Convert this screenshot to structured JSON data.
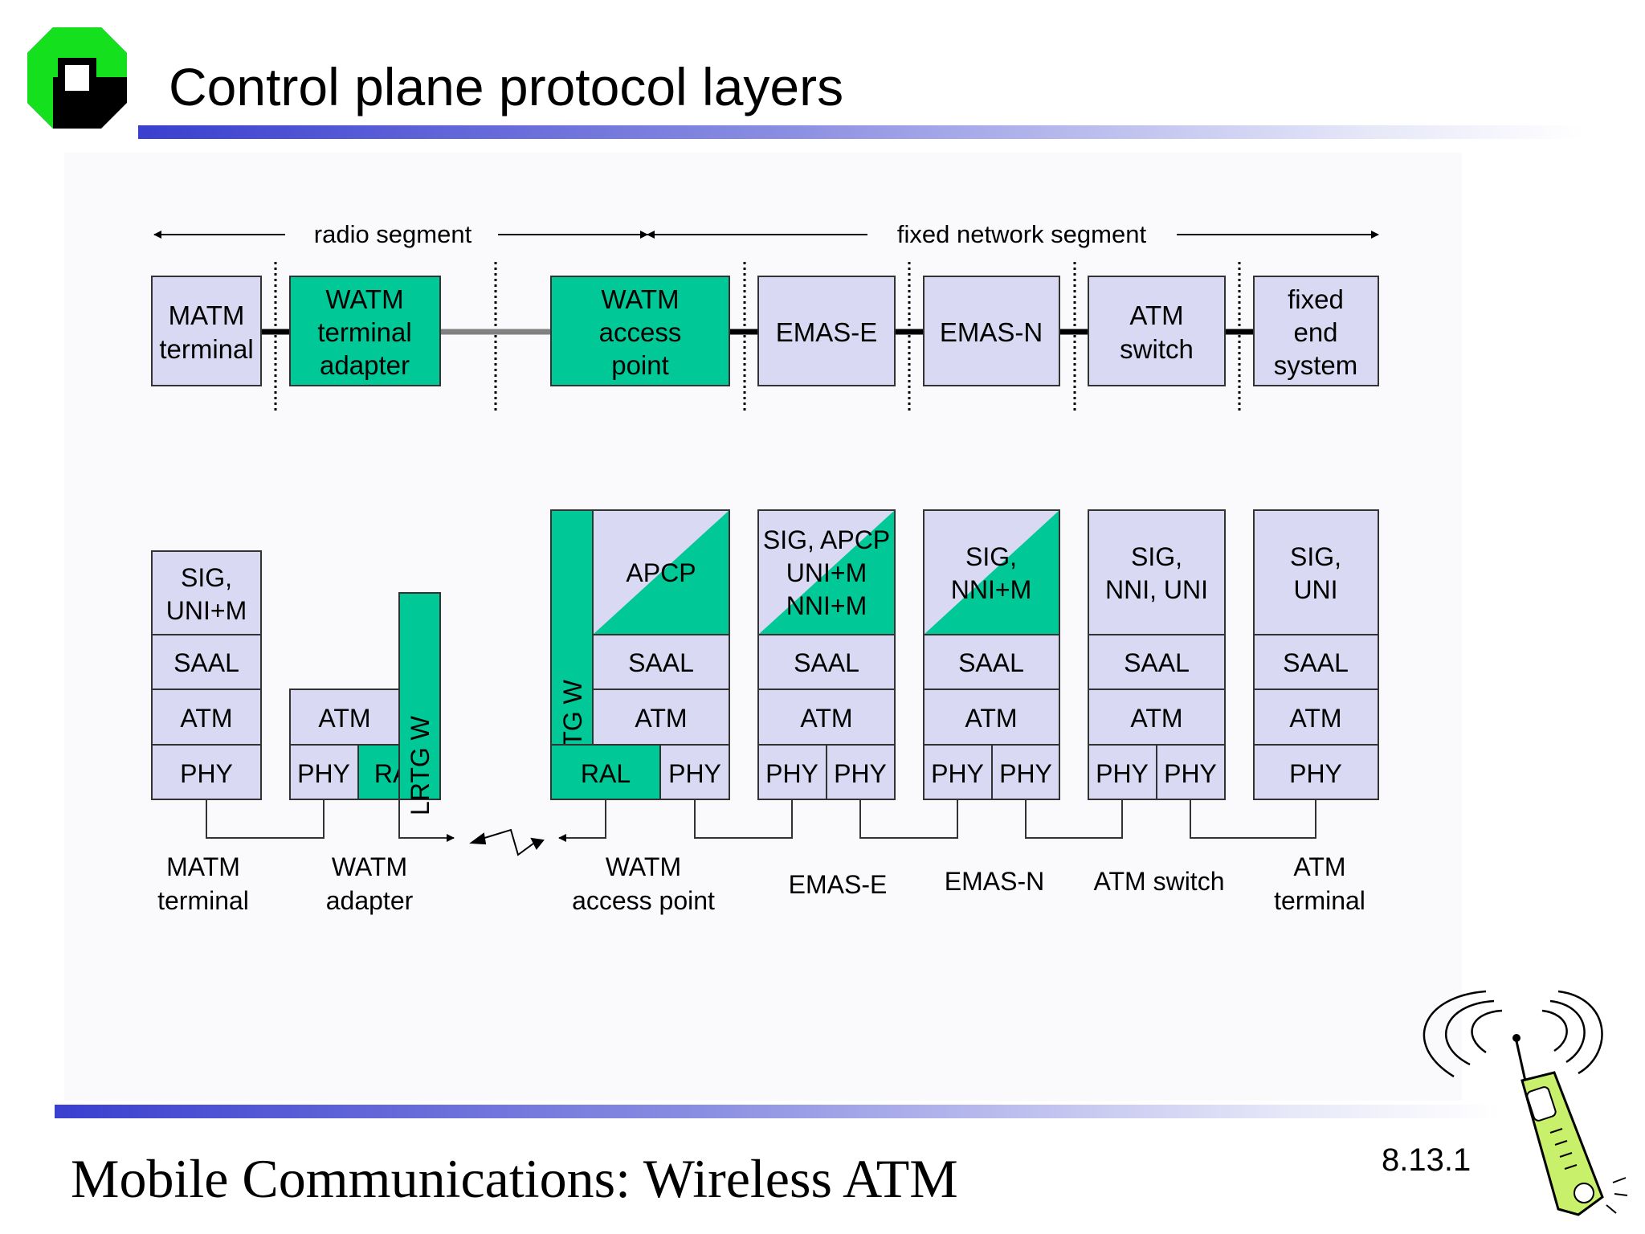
{
  "slide": {
    "title": "Control plane protocol layers",
    "footer": "Mobile Communications: Wireless ATM",
    "page_number": "8.13.1"
  },
  "icons": {
    "logo": "university-logo-icon",
    "phone": "cellphone-clipart-icon"
  },
  "colors": {
    "node_fill": "#d9d9f3",
    "wireless_fill": "#00c896",
    "border": "#333333",
    "gradient_start": "#3a3fcf"
  },
  "segments": {
    "radio": "radio segment",
    "fixed": "fixed network segment"
  },
  "devices": {
    "matm": [
      "MATM",
      "terminal"
    ],
    "watm_adapter": [
      "WATM",
      "terminal",
      "adapter"
    ],
    "watm_ap": [
      "WATM",
      "access",
      "point"
    ],
    "emas_e": [
      "EMAS-E"
    ],
    "emas_n": [
      "EMAS-N"
    ],
    "atm_switch": [
      "ATM",
      "switch"
    ],
    "fixed_end": [
      "fixed",
      "end",
      "system"
    ]
  },
  "stacks": {
    "matm": {
      "sig": [
        "SIG,",
        "UNI+M"
      ],
      "saal": "SAAL",
      "atm": "ATM",
      "phy": "PHY"
    },
    "adapter": {
      "atm": "ATM",
      "phy": "PHY",
      "ral": "RAL",
      "lrtg": "LRTG W"
    },
    "ap": {
      "apcp": "APCP",
      "saal": "SAAL",
      "atm": "ATM",
      "ral": "RAL",
      "phy": "PHY",
      "lrtg": "LRTG W"
    },
    "emas_e": {
      "sig": [
        "SIG, APCP",
        "UNI+M",
        "NNI+M"
      ],
      "saal": "SAAL",
      "atm": "ATM",
      "phy1": "PHY",
      "phy2": "PHY"
    },
    "emas_n": {
      "sig": [
        "SIG,",
        "NNI+M"
      ],
      "saal": "SAAL",
      "atm": "ATM",
      "phy1": "PHY",
      "phy2": "PHY"
    },
    "atm_switch": {
      "sig": [
        "SIG,",
        "NNI, UNI"
      ],
      "saal": "SAAL",
      "atm": "ATM",
      "phy1": "PHY",
      "phy2": "PHY"
    },
    "atm_terminal": {
      "sig": [
        "SIG,",
        "UNI"
      ],
      "saal": "SAAL",
      "atm": "ATM",
      "phy": "PHY"
    }
  },
  "bottom_labels": {
    "matm": [
      "MATM",
      "terminal"
    ],
    "adapter": [
      "WATM",
      "adapter"
    ],
    "ap": [
      "WATM",
      "access point"
    ],
    "emas_e": "EMAS-E",
    "emas_n": "EMAS-N",
    "atm_switch": "ATM switch",
    "atm_terminal": [
      "ATM",
      "terminal"
    ]
  }
}
